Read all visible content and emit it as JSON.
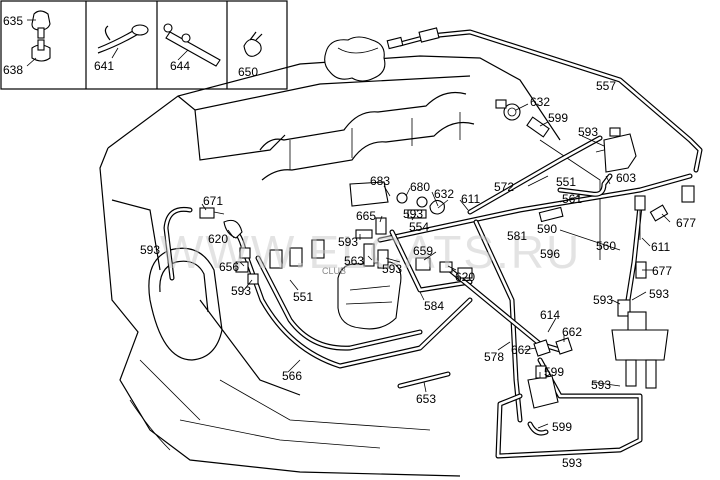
{
  "inset_labels": [
    "635",
    "638",
    "641",
    "644",
    "650"
  ],
  "callouts": [
    {
      "id": "c557",
      "text": "557"
    },
    {
      "id": "c632a",
      "text": "632"
    },
    {
      "id": "c599a",
      "text": "599"
    },
    {
      "id": "c593a",
      "text": "593"
    },
    {
      "id": "c603",
      "text": "603"
    },
    {
      "id": "c551a",
      "text": "551"
    },
    {
      "id": "c572",
      "text": "572"
    },
    {
      "id": "c561",
      "text": "561"
    },
    {
      "id": "c683",
      "text": "683"
    },
    {
      "id": "c680",
      "text": "680"
    },
    {
      "id": "c632b",
      "text": "632"
    },
    {
      "id": "c611a",
      "text": "611"
    },
    {
      "id": "c677a",
      "text": "677"
    },
    {
      "id": "c671",
      "text": "671"
    },
    {
      "id": "c665",
      "text": "665"
    },
    {
      "id": "c593b",
      "text": "593"
    },
    {
      "id": "c554",
      "text": "554"
    },
    {
      "id": "c590",
      "text": "590"
    },
    {
      "id": "c581",
      "text": "581"
    },
    {
      "id": "c560",
      "text": "560"
    },
    {
      "id": "c611b",
      "text": "611"
    },
    {
      "id": "c593c",
      "text": "593"
    },
    {
      "id": "c620a",
      "text": "620"
    },
    {
      "id": "c593d",
      "text": "593"
    },
    {
      "id": "c659",
      "text": "659"
    },
    {
      "id": "c596",
      "text": "596"
    },
    {
      "id": "c677b",
      "text": "677"
    },
    {
      "id": "c563",
      "text": "563"
    },
    {
      "id": "c593e",
      "text": "593"
    },
    {
      "id": "c620b",
      "text": "620"
    },
    {
      "id": "c656",
      "text": "656"
    },
    {
      "id": "c593f",
      "text": "593"
    },
    {
      "id": "c551b",
      "text": "551"
    },
    {
      "id": "c584",
      "text": "584"
    },
    {
      "id": "c593g",
      "text": "593"
    },
    {
      "id": "c593h",
      "text": "593"
    },
    {
      "id": "c614",
      "text": "614"
    },
    {
      "id": "c662a",
      "text": "662"
    },
    {
      "id": "c662b",
      "text": "662"
    },
    {
      "id": "c578",
      "text": "578"
    },
    {
      "id": "c599b",
      "text": "599"
    },
    {
      "id": "c593i",
      "text": "593"
    },
    {
      "id": "c566",
      "text": "566"
    },
    {
      "id": "c653",
      "text": "653"
    },
    {
      "id": "c599c",
      "text": "599"
    },
    {
      "id": "c593j",
      "text": "593"
    }
  ],
  "watermark": "WWW.ELCATS.RU",
  "small_watermark": "CLUB"
}
